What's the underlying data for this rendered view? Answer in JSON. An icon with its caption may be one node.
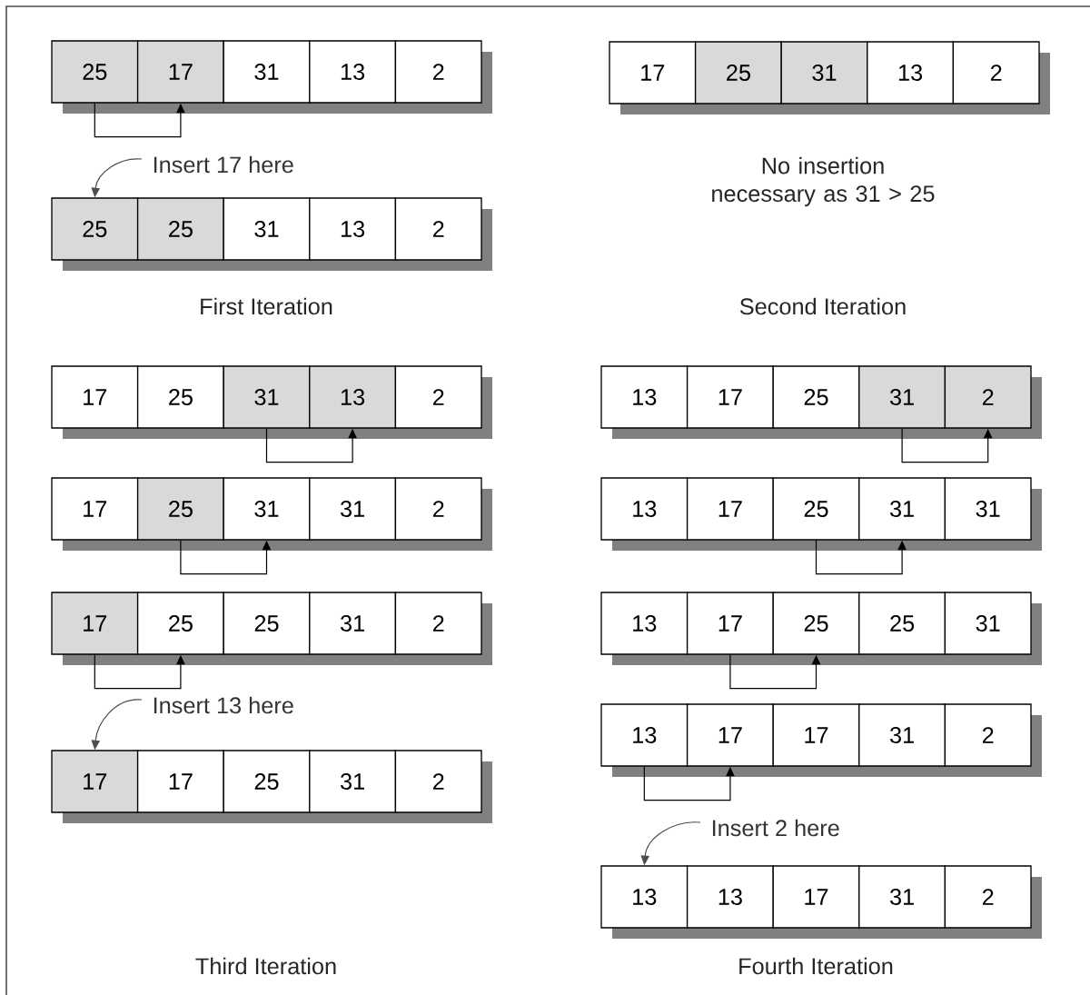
{
  "diagram": {
    "nodes": [
      {
        "text": [
          "25"
        ]
      },
      {
        "text": [
          "17"
        ]
      },
      {
        "text": [
          "31"
        ]
      },
      {
        "text": [
          "13"
        ]
      },
      {
        "text": [
          "2"
        ]
      },
      {
        "text": [
          "Insert 17 here"
        ]
      },
      {
        "text": [
          "25"
        ]
      },
      {
        "text": [
          "25"
        ]
      },
      {
        "text": [
          "31"
        ]
      },
      {
        "text": [
          "13"
        ]
      },
      {
        "text": [
          "2"
        ]
      },
      {
        "text": [
          "17"
        ]
      },
      {
        "text": [
          "25"
        ]
      },
      {
        "text": [
          "31"
        ]
      },
      {
        "text": [
          "13"
        ]
      },
      {
        "text": [
          "2"
        ]
      },
      {
        "text": [
          "17"
        ]
      },
      {
        "text": [
          "25"
        ]
      },
      {
        "text": [
          "31"
        ]
      },
      {
        "text": [
          "13"
        ]
      },
      {
        "text": [
          "2"
        ]
      },
      {
        "text": [
          "17"
        ]
      },
      {
        "text": [
          "25"
        ]
      },
      {
        "text": [
          "31"
        ]
      },
      {
        "text": [
          "31"
        ]
      },
      {
        "text": [
          "2"
        ]
      },
      {
        "text": [
          "17"
        ]
      },
      {
        "text": [
          "25"
        ]
      },
      {
        "text": [
          "25"
        ]
      },
      {
        "text": [
          "31"
        ]
      },
      {
        "text": [
          "2"
        ]
      },
      {
        "text": [
          "Insert 13 here"
        ]
      },
      {
        "text": [
          "17"
        ]
      },
      {
        "text": [
          "17"
        ]
      },
      {
        "text": [
          "25"
        ]
      },
      {
        "text": [
          "31"
        ]
      },
      {
        "text": [
          "2"
        ]
      },
      {
        "text": [
          "13"
        ]
      },
      {
        "text": [
          "17"
        ]
      },
      {
        "text": [
          "25"
        ]
      },
      {
        "text": [
          "31"
        ]
      },
      {
        "text": [
          "2"
        ]
      },
      {
        "text": [
          "13"
        ]
      },
      {
        "text": [
          "17"
        ]
      },
      {
        "text": [
          "25"
        ]
      },
      {
        "text": [
          "31"
        ]
      },
      {
        "text": [
          "31"
        ]
      },
      {
        "text": [
          "13"
        ]
      },
      {
        "text": [
          "17"
        ]
      },
      {
        "text": [
          "25"
        ]
      },
      {
        "text": [
          "25"
        ]
      },
      {
        "text": [
          "31"
        ]
      },
      {
        "text": [
          "13"
        ]
      },
      {
        "text": [
          "17"
        ]
      },
      {
        "text": [
          "17"
        ]
      },
      {
        "text": [
          "31"
        ]
      },
      {
        "text": [
          "2"
        ]
      },
      {
        "text": [
          "Insert 2 here"
        ]
      },
      {
        "text": [
          "13"
        ]
      },
      {
        "text": [
          "13"
        ]
      },
      {
        "text": [
          "17"
        ]
      },
      {
        "text": [
          "31"
        ]
      },
      {
        "text": [
          "2"
        ]
      }
    ],
    "edges": [
      {
        "from": 0,
        "to": 1,
        "arrow": "to"
      },
      {
        "from": 5,
        "to": 6,
        "arrow": "to"
      },
      {
        "from": 18,
        "to": 19,
        "arrow": "to"
      },
      {
        "from": 22,
        "to": 23,
        "arrow": "to"
      },
      {
        "from": 26,
        "to": 27,
        "arrow": "to"
      },
      {
        "from": 31,
        "to": 32,
        "arrow": "to"
      },
      {
        "from": 40,
        "to": 41,
        "arrow": "to"
      },
      {
        "from": 44,
        "to": 45,
        "arrow": "to"
      },
      {
        "from": 48,
        "to": 49,
        "arrow": "to"
      },
      {
        "from": 52,
        "to": 53,
        "arrow": "to"
      },
      {
        "from": 57,
        "to": 58,
        "arrow": "to"
      }
    ],
    "labels": [
      "No insertion necessary as 31 > 25",
      "First Iteration",
      "Second Iteration",
      "Third Iteration",
      "Fourth Iteration"
    ]
  }
}
